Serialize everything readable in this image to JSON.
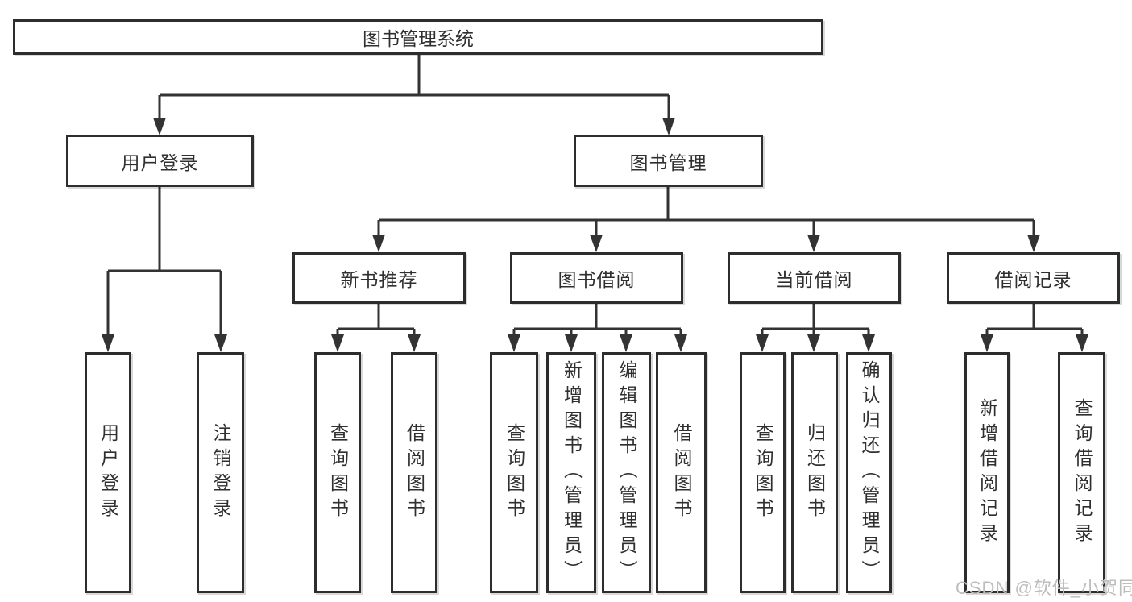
{
  "diagram": {
    "root": {
      "label": "图书管理系统"
    },
    "branches": [
      {
        "label": "用户登录",
        "children": [
          {
            "label": "用户登录"
          },
          {
            "label": "注销登录"
          }
        ]
      },
      {
        "label": "图书管理",
        "children": [
          {
            "label": "新书推荐",
            "children": [
              {
                "label": "查询图书"
              },
              {
                "label": "借阅图书"
              }
            ]
          },
          {
            "label": "图书借阅",
            "children": [
              {
                "label": "查询图书"
              },
              {
                "label": "新增图书（管理员）"
              },
              {
                "label": "编辑图书（管理员）"
              },
              {
                "label": "借阅图书"
              }
            ]
          },
          {
            "label": "当前借阅",
            "children": [
              {
                "label": "查询图书"
              },
              {
                "label": "归还图书"
              },
              {
                "label": "确认归还（管理员）"
              }
            ]
          },
          {
            "label": "借阅记录",
            "children": [
              {
                "label": "新增借阅记录"
              },
              {
                "label": "查询借阅记录"
              }
            ]
          }
        ]
      }
    ]
  },
  "watermark": "CSDN @软件_小贺同学",
  "colors": {
    "line": "#333333",
    "box_border": "#2d2d2d",
    "text": "#2f2f2f",
    "background": "#ffffff",
    "watermark": "#bdbdbd"
  }
}
